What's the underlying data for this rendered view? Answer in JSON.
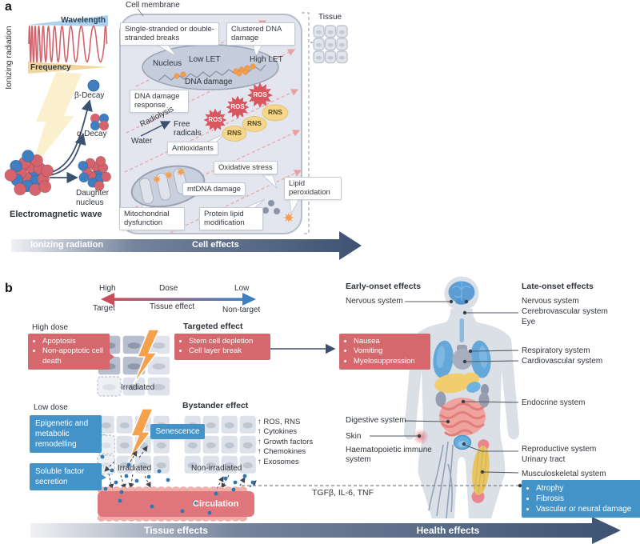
{
  "colors": {
    "accent_red": "#d5686c",
    "accent_blue": "#4493c8",
    "navy": "#3c5170",
    "orange_bolt": "#f5a04c",
    "ros_red": "#d8565e",
    "rns_yellow": "#f5d78c",
    "cell_fill": "#e3e6ee",
    "vessel_red": "#df767c"
  },
  "panel_a": {
    "label": "a",
    "axis_label": "Ionizing radiation",
    "wavelength": "Wavelength",
    "frequency": "Frequency",
    "beta_decay": "β-Decay",
    "alpha_decay": "α-Decay",
    "daughter_nucleus": "Daughter nucleus",
    "electromagnetic_wave": "Electromagnetic wave",
    "cell_membrane": "Cell membrane",
    "tissue": "Tissue",
    "boxes": {
      "breaks": "Single-stranded or double-stranded breaks",
      "clustered": "Clustered DNA damage",
      "dna_damage_response": "DNA damage response",
      "antioxidants": "Antioxidants",
      "oxidative_stress": "Oxidative stress",
      "mtdna_damage": "mtDNA damage",
      "lipid_peroxidation": "Lipid peroxidation",
      "mitochondrial_dysfunction": "Mitochondrial dysfunction",
      "protein_lipid_modification": "Protein lipid modification"
    },
    "nucleus": "Nucleus",
    "low_let": "Low LET",
    "high_let": "High LET",
    "dna_damage": "DNA damage",
    "ros": "ROS",
    "rns": "RNS",
    "water": "Water",
    "radiolysis": "Radiolysis",
    "free_radicals": "Free radicals",
    "bottom_arrow": {
      "left": "Ionizing radiation",
      "right": "Cell effects"
    }
  },
  "panel_b": {
    "label": "b",
    "dose_axis": {
      "high": "High",
      "dose": "Dose",
      "low": "Low",
      "target": "Target",
      "tissue_effect": "Tissue effect",
      "non_target": "Non-target"
    },
    "high_dose": "High dose",
    "high_dose_items": [
      "Apoptosis",
      "Non-apoptotic cell death"
    ],
    "irradiated": "Irradiated",
    "targeted_effect": "Targeted effect",
    "targeted_items": [
      "Stem cell depletion",
      "Cell layer break"
    ],
    "acute_items": [
      "Nausea",
      "Vomiting",
      "Myelosuppression"
    ],
    "early_onset": "Early-onset effects",
    "early_labels": {
      "nervous": "Nervous system"
    },
    "late_onset": "Late-onset effects",
    "late_labels": {
      "nervous": "Nervous system",
      "cerebrovascular": "Cerebrovascular system",
      "eye": "Eye",
      "respiratory": "Respiratory system",
      "cardiovascular": "Cardiovascular system",
      "endocrine": "Endocrine system",
      "reproductive": "Reproductive system",
      "urinary": "Urinary tract",
      "musculoskeletal": "Musculoskeletal system"
    },
    "left_labels": {
      "digestive": "Digestive system",
      "skin": "Skin",
      "haematopoietic": "Haematopoietic immune system"
    },
    "late_items": [
      "Atrophy",
      "Fibrosis",
      "Vascular or neural damage"
    ],
    "cytokines": "TGFβ, IL-6, TNF",
    "low_dose": "Low dose",
    "epigenetic_box": "Epigenetic and metabolic remodelling",
    "soluble_box": "Soluble factor secretion",
    "senescence": "Senescence",
    "bystander_effect": "Bystander effect",
    "non_irradiated": "Non-irradiated",
    "secreted_factors": [
      "↑ ROS, RNS",
      "↑ Cytokines",
      "↑ Growth factors",
      "↑ Chemokines",
      "↑ Exosomes"
    ],
    "circulation": "Circulation",
    "bottom_arrow": {
      "left": "Tissue effects",
      "right": "Health effects"
    }
  }
}
